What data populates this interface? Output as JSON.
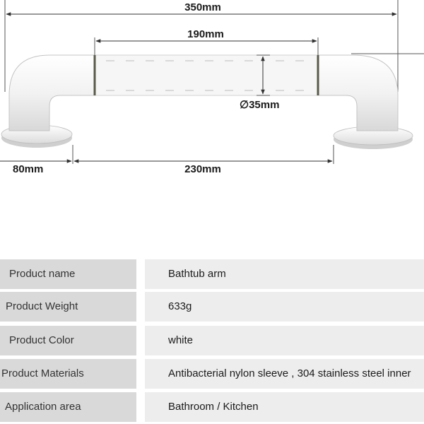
{
  "dimensions": {
    "overall_length": "350mm",
    "grip_length": "190mm",
    "tube_diameter": "∅35mm",
    "base_width": "80mm",
    "base_spacing": "230mm"
  },
  "colors": {
    "row_key_bg": "#d9d9d9",
    "row_value_bg": "#ededed",
    "product": "#f4f4f4",
    "dimension_line": "#333333"
  },
  "specs": [
    {
      "key": "Product name",
      "value": "Bathtub arm"
    },
    {
      "key": "Product Weight",
      "value": "633g"
    },
    {
      "key": "Product Color",
      "value": "white"
    },
    {
      "key": "Product Materials",
      "value": "Antibacterial nylon sleeve , 304 stainless steel inner"
    },
    {
      "key": "Application area",
      "value": "Bathroom / Kitchen"
    }
  ]
}
